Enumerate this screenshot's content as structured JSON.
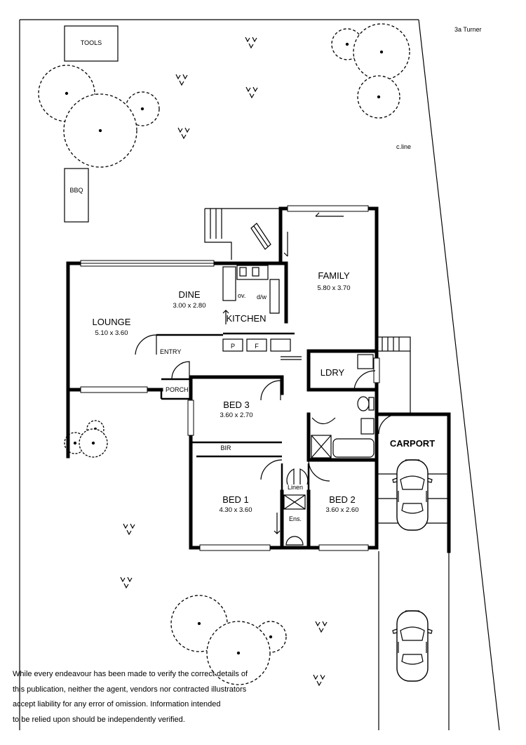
{
  "site": {
    "neighbour_label": "3a Turner",
    "centre_line_label": "c.line",
    "shed_label": "TOOLS",
    "bbq_label": "BBQ"
  },
  "rooms": {
    "family": {
      "name": "FAMILY",
      "size": "5.80 x 3.70"
    },
    "dine": {
      "name": "DINE",
      "size": "3.00 x 2.80"
    },
    "lounge": {
      "name": "LOUNGE",
      "size": "5.10 x 3.60"
    },
    "kitchen": {
      "name": "KITCHEN"
    },
    "oven": "ov.",
    "dishwasher": "d/w",
    "pantry": "P",
    "fridge": "F",
    "entry": "ENTRY",
    "porch": "PORCH",
    "laundry": "LDRY",
    "bed3": {
      "name": "BED 3",
      "size": "3.60 x 2.70"
    },
    "bir": "BIR",
    "bed1": {
      "name": "BED 1",
      "size": "4.30 x 3.60"
    },
    "linen": "Linen",
    "ensuite": "Ens.",
    "bed2": {
      "name": "BED 2",
      "size": "3.60 x 2.60"
    },
    "carport": "CARPORT"
  },
  "disclaimer_lines": [
    "While every endeavour has been made to verify the correct details of",
    "this publication, neither the agent, vendors nor contracted illustrators",
    "accept liability for any error of omission. Information intended",
    "to be relied upon should be independently verified."
  ]
}
